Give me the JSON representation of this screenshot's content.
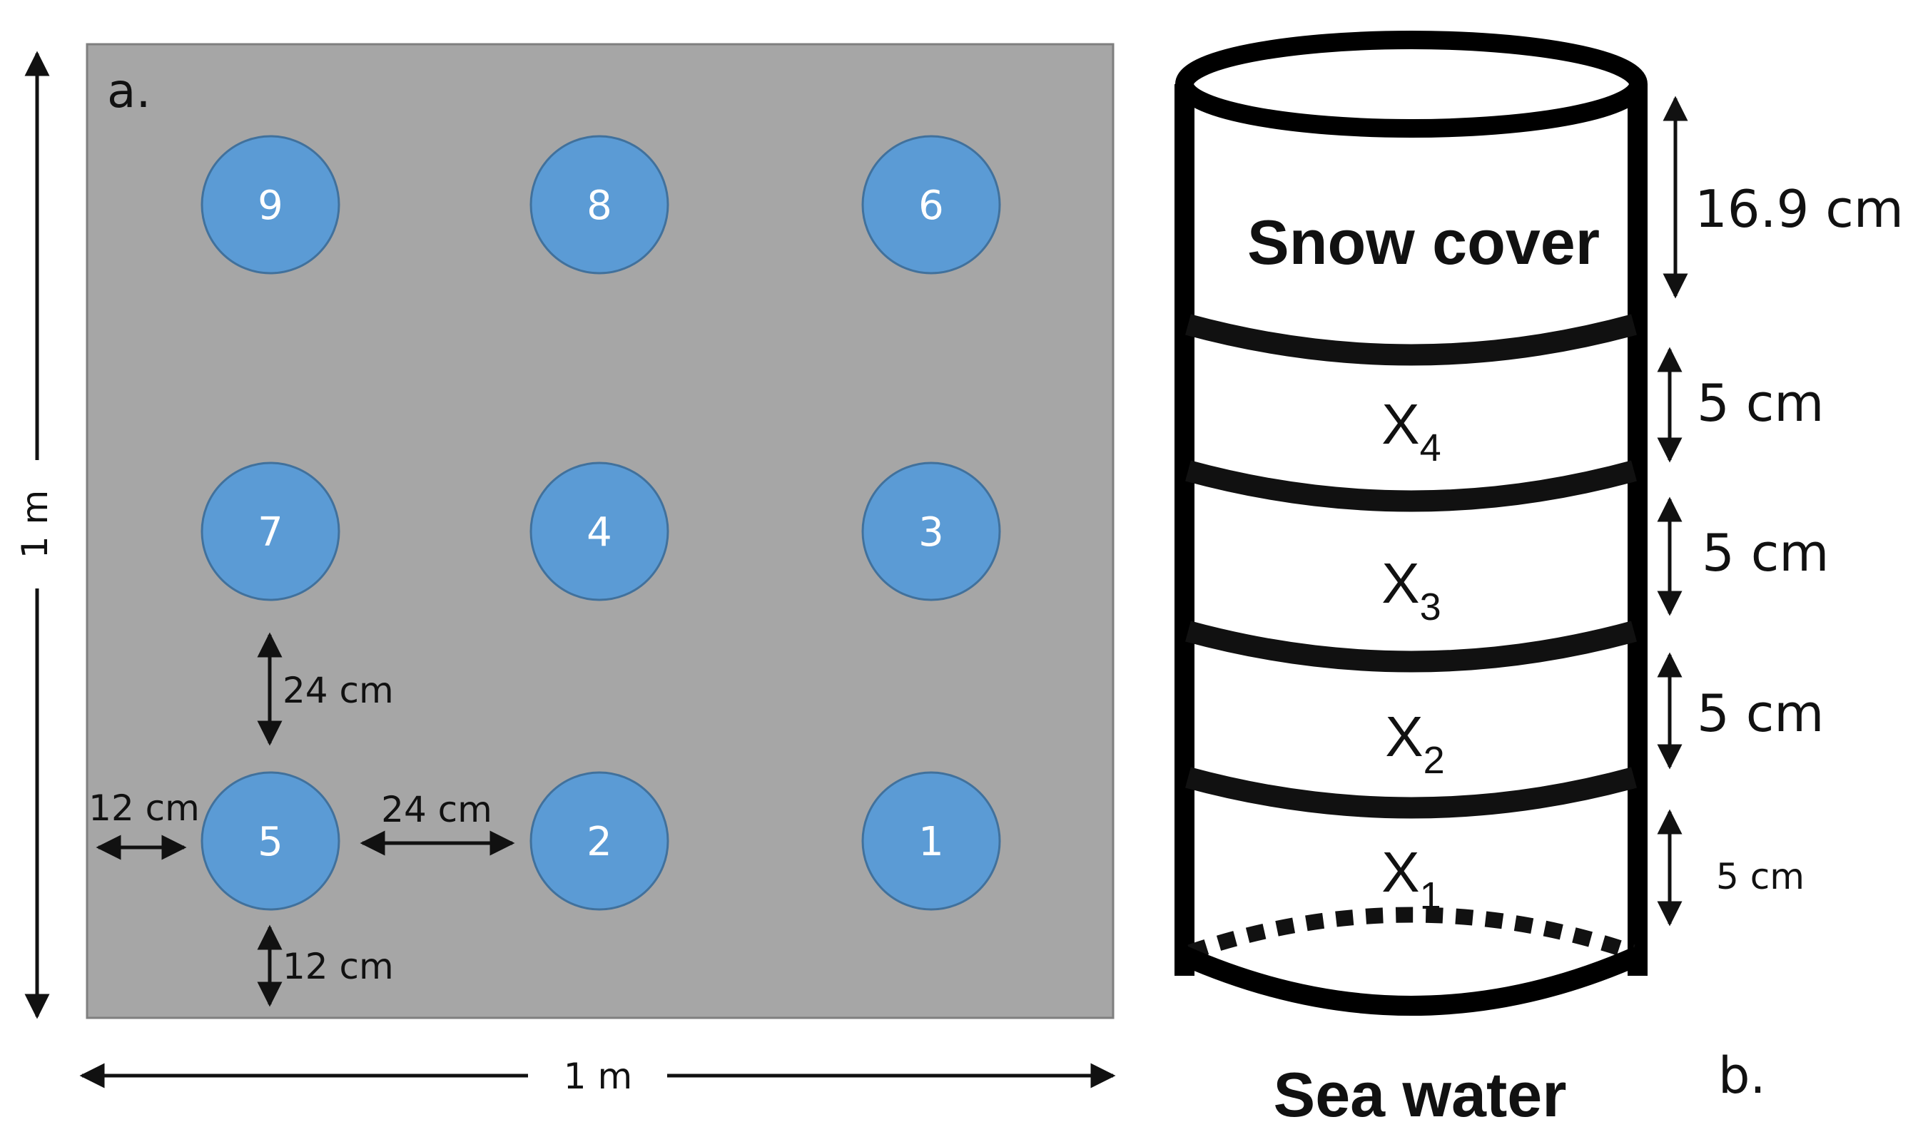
{
  "panel_a": {
    "label": "a.",
    "width_label": "1 m",
    "height_label": "1 m",
    "background_color": "#a6a6a6",
    "circle_color": "#5b9bd5",
    "circles": [
      {
        "id": "9",
        "row": 0,
        "col": 0
      },
      {
        "id": "8",
        "row": 0,
        "col": 1
      },
      {
        "id": "6",
        "row": 0,
        "col": 2
      },
      {
        "id": "7",
        "row": 1,
        "col": 0
      },
      {
        "id": "4",
        "row": 1,
        "col": 1
      },
      {
        "id": "3",
        "row": 1,
        "col": 2
      },
      {
        "id": "5",
        "row": 2,
        "col": 0
      },
      {
        "id": "2",
        "row": 2,
        "col": 1
      },
      {
        "id": "1",
        "row": 2,
        "col": 2
      }
    ],
    "spacing_vertical": "24 cm",
    "spacing_horizontal": "24 cm",
    "edge_left": "12 cm",
    "edge_bottom": "12 cm"
  },
  "panel_b": {
    "label": "b.",
    "bottom_label": "Sea water",
    "layers": [
      {
        "name": "Snow cover",
        "thickness": "16.9 cm"
      },
      {
        "name": "X",
        "subscript": "4",
        "thickness": "5 cm"
      },
      {
        "name": "X",
        "subscript": "3",
        "thickness": "5 cm"
      },
      {
        "name": "X",
        "subscript": "2",
        "thickness": "5 cm"
      },
      {
        "name": "X",
        "subscript": "1",
        "thickness": "5 cm"
      }
    ]
  }
}
